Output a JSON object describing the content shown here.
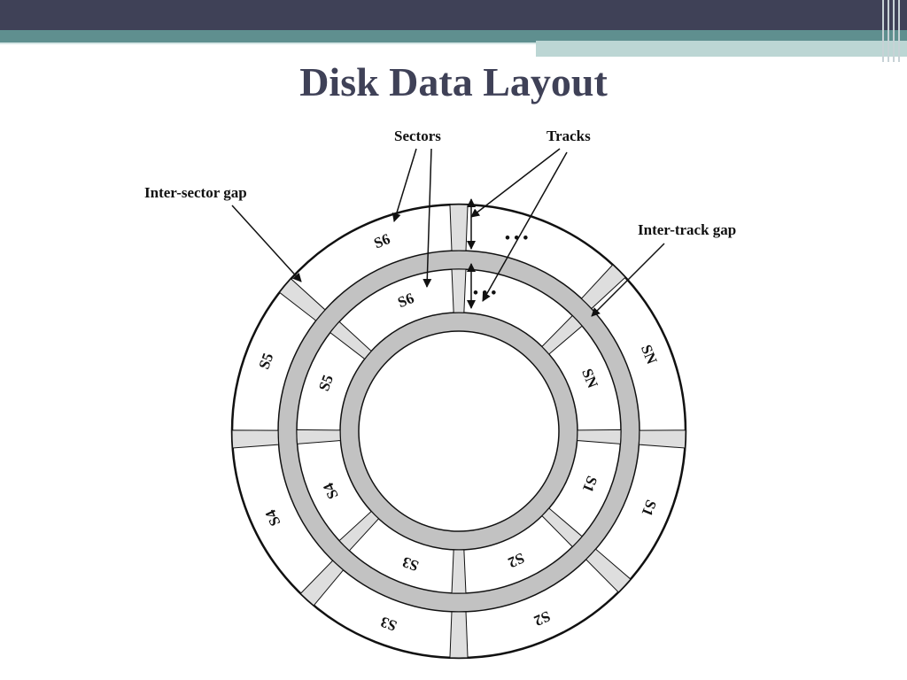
{
  "slide": {
    "title": "Disk Data Layout"
  },
  "labels": {
    "sectors": "Sectors",
    "tracks": "Tracks",
    "inter_sector_gap": "Inter-sector gap",
    "inter_track_gap": "Inter-track gap",
    "ellipsis": "• • •"
  },
  "outer_track_sectors": [
    "S1",
    "S2",
    "S3",
    "S4",
    "S5",
    "S6",
    "SN"
  ],
  "inner_track_sectors": [
    "S1",
    "S2",
    "S3",
    "S4",
    "S5",
    "S6",
    "SN"
  ],
  "colors": {
    "header": "#3f4157",
    "accent": "#5f8f8f",
    "gap": "#bdbdbd",
    "gap_light": "#dedede"
  }
}
